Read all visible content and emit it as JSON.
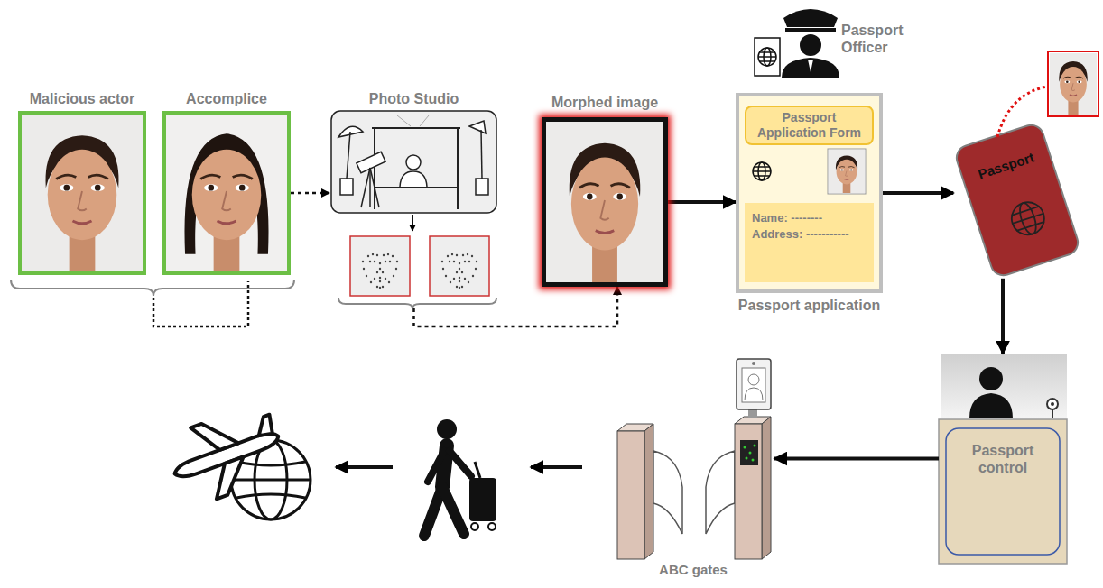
{
  "diagram": {
    "nodes": [
      {
        "text": [
          "Malicious actor"
        ]
      },
      {
        "text": [
          "Accomplice"
        ]
      },
      {
        "text": [
          "Photo Studio"
        ]
      },
      {
        "text": [
          "Morphed image"
        ]
      },
      {
        "text": [
          "Passport application"
        ]
      },
      {
        "text": [
          "Passport Application Form"
        ],
        "in": 4
      },
      {
        "text": [
          "Name: --------",
          "Address: -----------"
        ],
        "in": 4
      },
      {
        "text": [
          "Passport"
        ]
      },
      {
        "text": [
          "Passport control"
        ]
      },
      {
        "text": [
          "ABC gates"
        ]
      }
    ],
    "edges": [
      {
        "from": 1,
        "to": 2,
        "arrow": "to"
      },
      {
        "from": 2,
        "to": 3,
        "arrow": "to"
      },
      {
        "from": 3,
        "to": 4,
        "arrow": "to"
      },
      {
        "from": 4,
        "to": 7,
        "arrow": "to"
      },
      {
        "from": 7,
        "to": 8,
        "arrow": "to"
      },
      {
        "from": 8,
        "to": 9,
        "arrow": "to"
      }
    ],
    "labels": [
      "Passport Officer"
    ]
  }
}
